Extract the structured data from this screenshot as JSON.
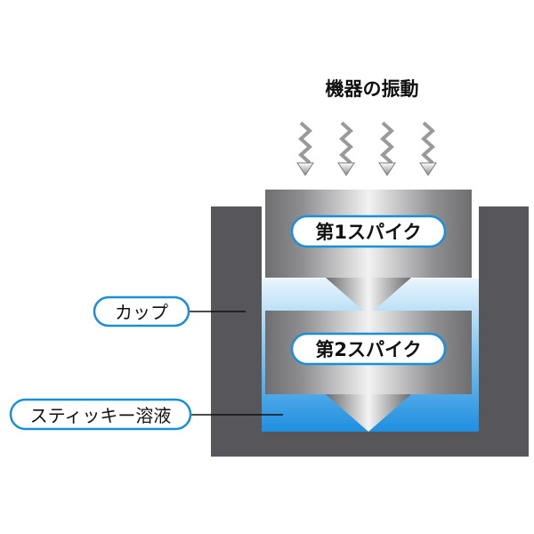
{
  "title": "機器の振動",
  "labels": {
    "spike1": "第1スパイク",
    "spike2": "第2スパイク",
    "cup": "カップ",
    "solution": "スティッキー溶液"
  },
  "vibration_arrow_count": 4,
  "colors": {
    "cup": "#57575b",
    "solution_top": "#e8f5fc",
    "solution_bottom": "#1e8fe0",
    "label_border": "#1a8fd6",
    "label_text": "#111111"
  }
}
